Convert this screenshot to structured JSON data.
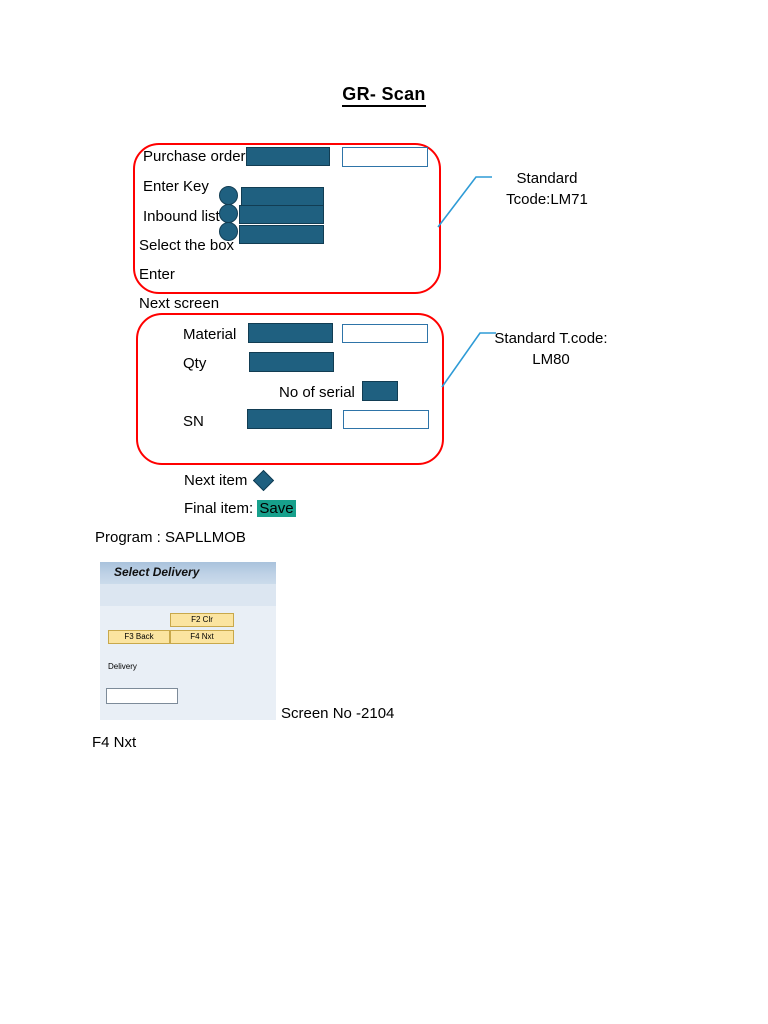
{
  "document": {
    "title": "GR- Scan"
  },
  "screen_one": {
    "rows": [
      {
        "label": "Purchase order"
      },
      {
        "label": "Enter Key"
      },
      {
        "label": "Inbound list"
      },
      {
        "label": "Select the box"
      },
      {
        "label": "Enter"
      }
    ],
    "next_screen_label": "Next screen",
    "annotation": "Standard Tcode:LM71"
  },
  "screen_two": {
    "rows": [
      {
        "label": "Material"
      },
      {
        "label": "Qty"
      },
      {
        "label": "No of serial"
      },
      {
        "label": "SN"
      }
    ],
    "next_item_label": "Next item",
    "final_item_label": "Final item:",
    "save_label": "Save",
    "annotation": "Standard T.code: LM80"
  },
  "program": {
    "label": "Program : SAPLLMOB"
  },
  "sap_screen": {
    "title": "Select Delivery",
    "buttons": [
      {
        "label": "F2 Clr"
      },
      {
        "label": "F3 Back"
      },
      {
        "label": "F4 Nxt"
      }
    ],
    "field_label": "Delivery",
    "field_value": "",
    "screen_number_label": "Screen No -2104"
  },
  "footer": {
    "key_label": "F4 Nxt"
  },
  "colors": {
    "bar_fill": "#1F6080",
    "bar_border": "#123D53",
    "callout_border": "#FF0000",
    "input_border": "#2E74A8",
    "leader_line": "#2E9BD6",
    "save_highlight": "#17A08C",
    "sap_button": "#FBE4A0",
    "sap_body": "#E9EFF6"
  }
}
